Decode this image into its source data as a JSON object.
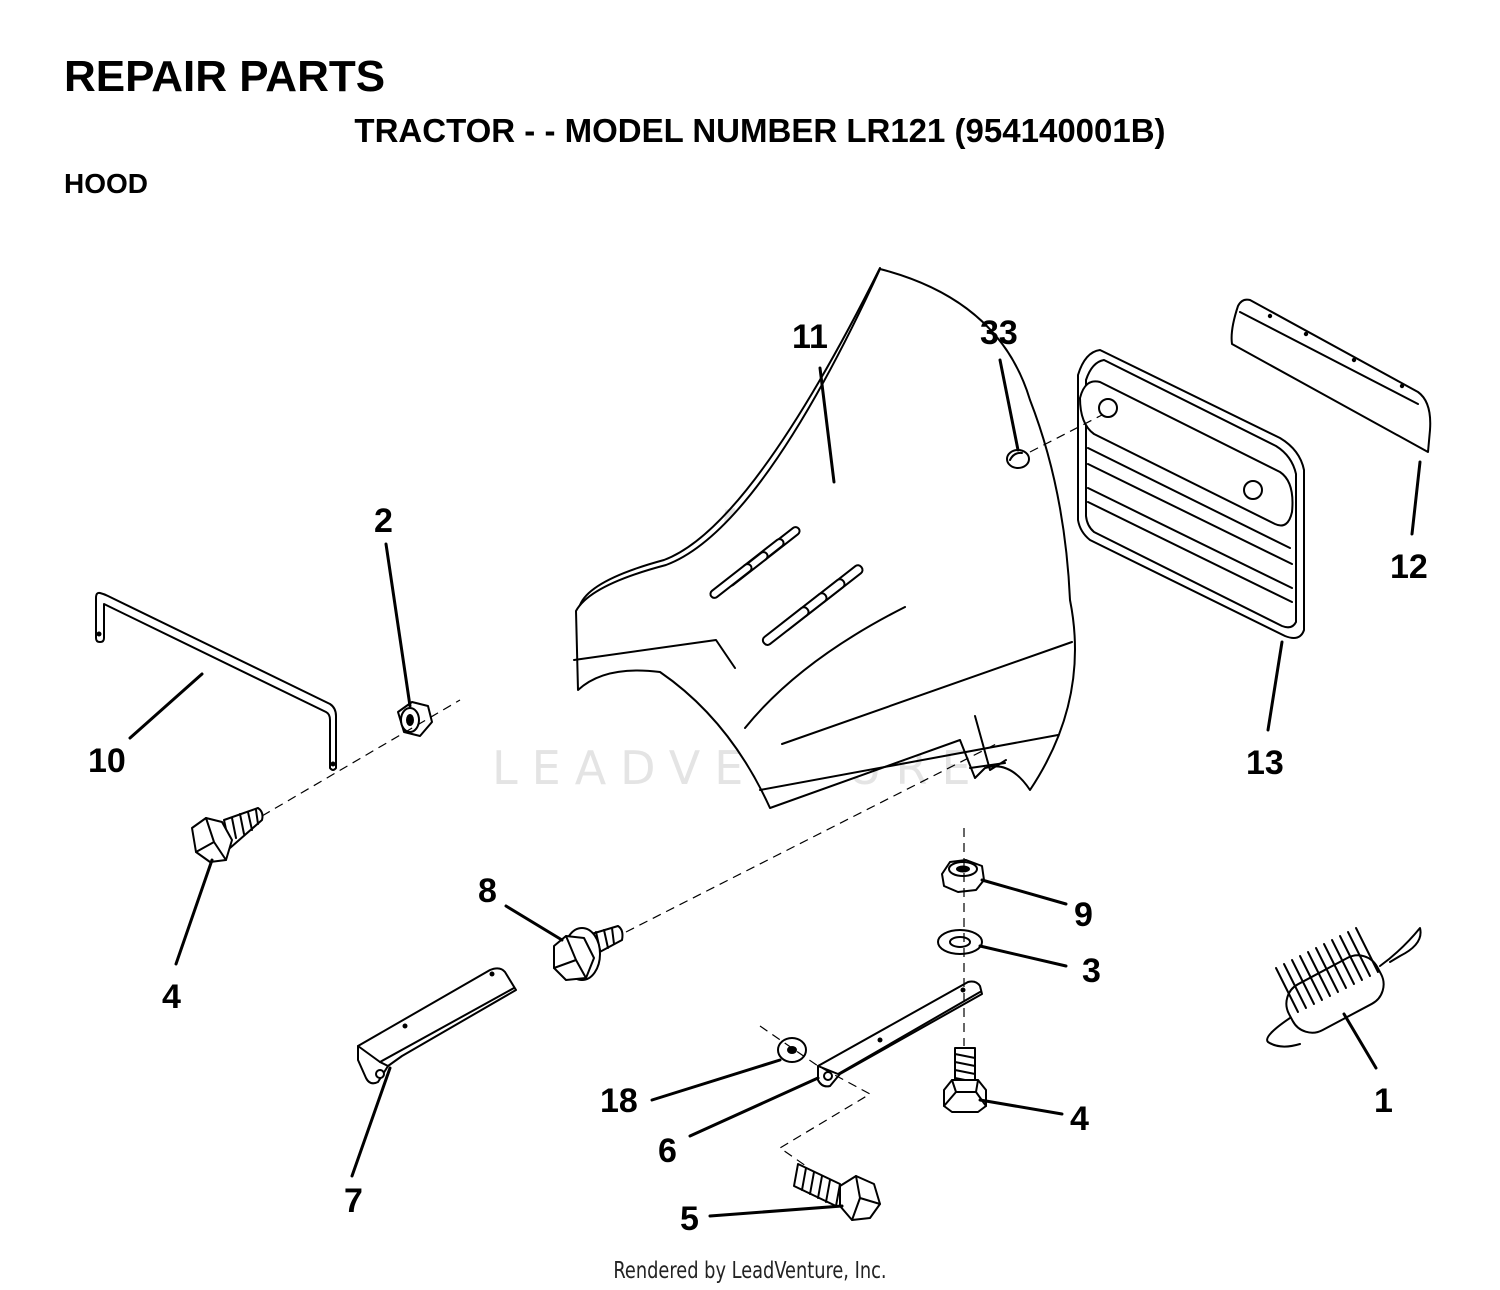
{
  "header": {
    "title": "REPAIR PARTS",
    "subtitle": "TRACTOR - - MODEL NUMBER LR121 (954140001B)",
    "section": "HOOD"
  },
  "watermark": "LEADVENTURE",
  "footer": "Rendered by LeadVenture, Inc.",
  "callouts": {
    "c11": "11",
    "c33": "33",
    "c12": "12",
    "c13": "13",
    "c2": "2",
    "c10": "10",
    "c4a": "4",
    "c8": "8",
    "c9": "9",
    "c3": "3",
    "c1": "1",
    "c18": "18",
    "c6": "6",
    "c7": "7",
    "c4b": "4",
    "c5": "5"
  },
  "parts": [
    {
      "ref": "1",
      "icon": "extension-spring-icon"
    },
    {
      "ref": "2",
      "icon": "nut-icon"
    },
    {
      "ref": "3",
      "icon": "washer-icon"
    },
    {
      "ref": "4",
      "icon": "hex-bolt-icon"
    },
    {
      "ref": "5",
      "icon": "shoulder-bolt-icon"
    },
    {
      "ref": "6",
      "icon": "hood-bracket-icon"
    },
    {
      "ref": "7",
      "icon": "hood-bracket-icon"
    },
    {
      "ref": "8",
      "icon": "flange-bolt-icon"
    },
    {
      "ref": "9",
      "icon": "lock-nut-icon"
    },
    {
      "ref": "10",
      "icon": "hood-rod-icon"
    },
    {
      "ref": "11",
      "icon": "hood-icon"
    },
    {
      "ref": "12",
      "icon": "grille-lens-icon"
    },
    {
      "ref": "13",
      "icon": "grille-icon"
    },
    {
      "ref": "18",
      "icon": "washer-icon"
    },
    {
      "ref": "33",
      "icon": "plug-icon"
    }
  ]
}
